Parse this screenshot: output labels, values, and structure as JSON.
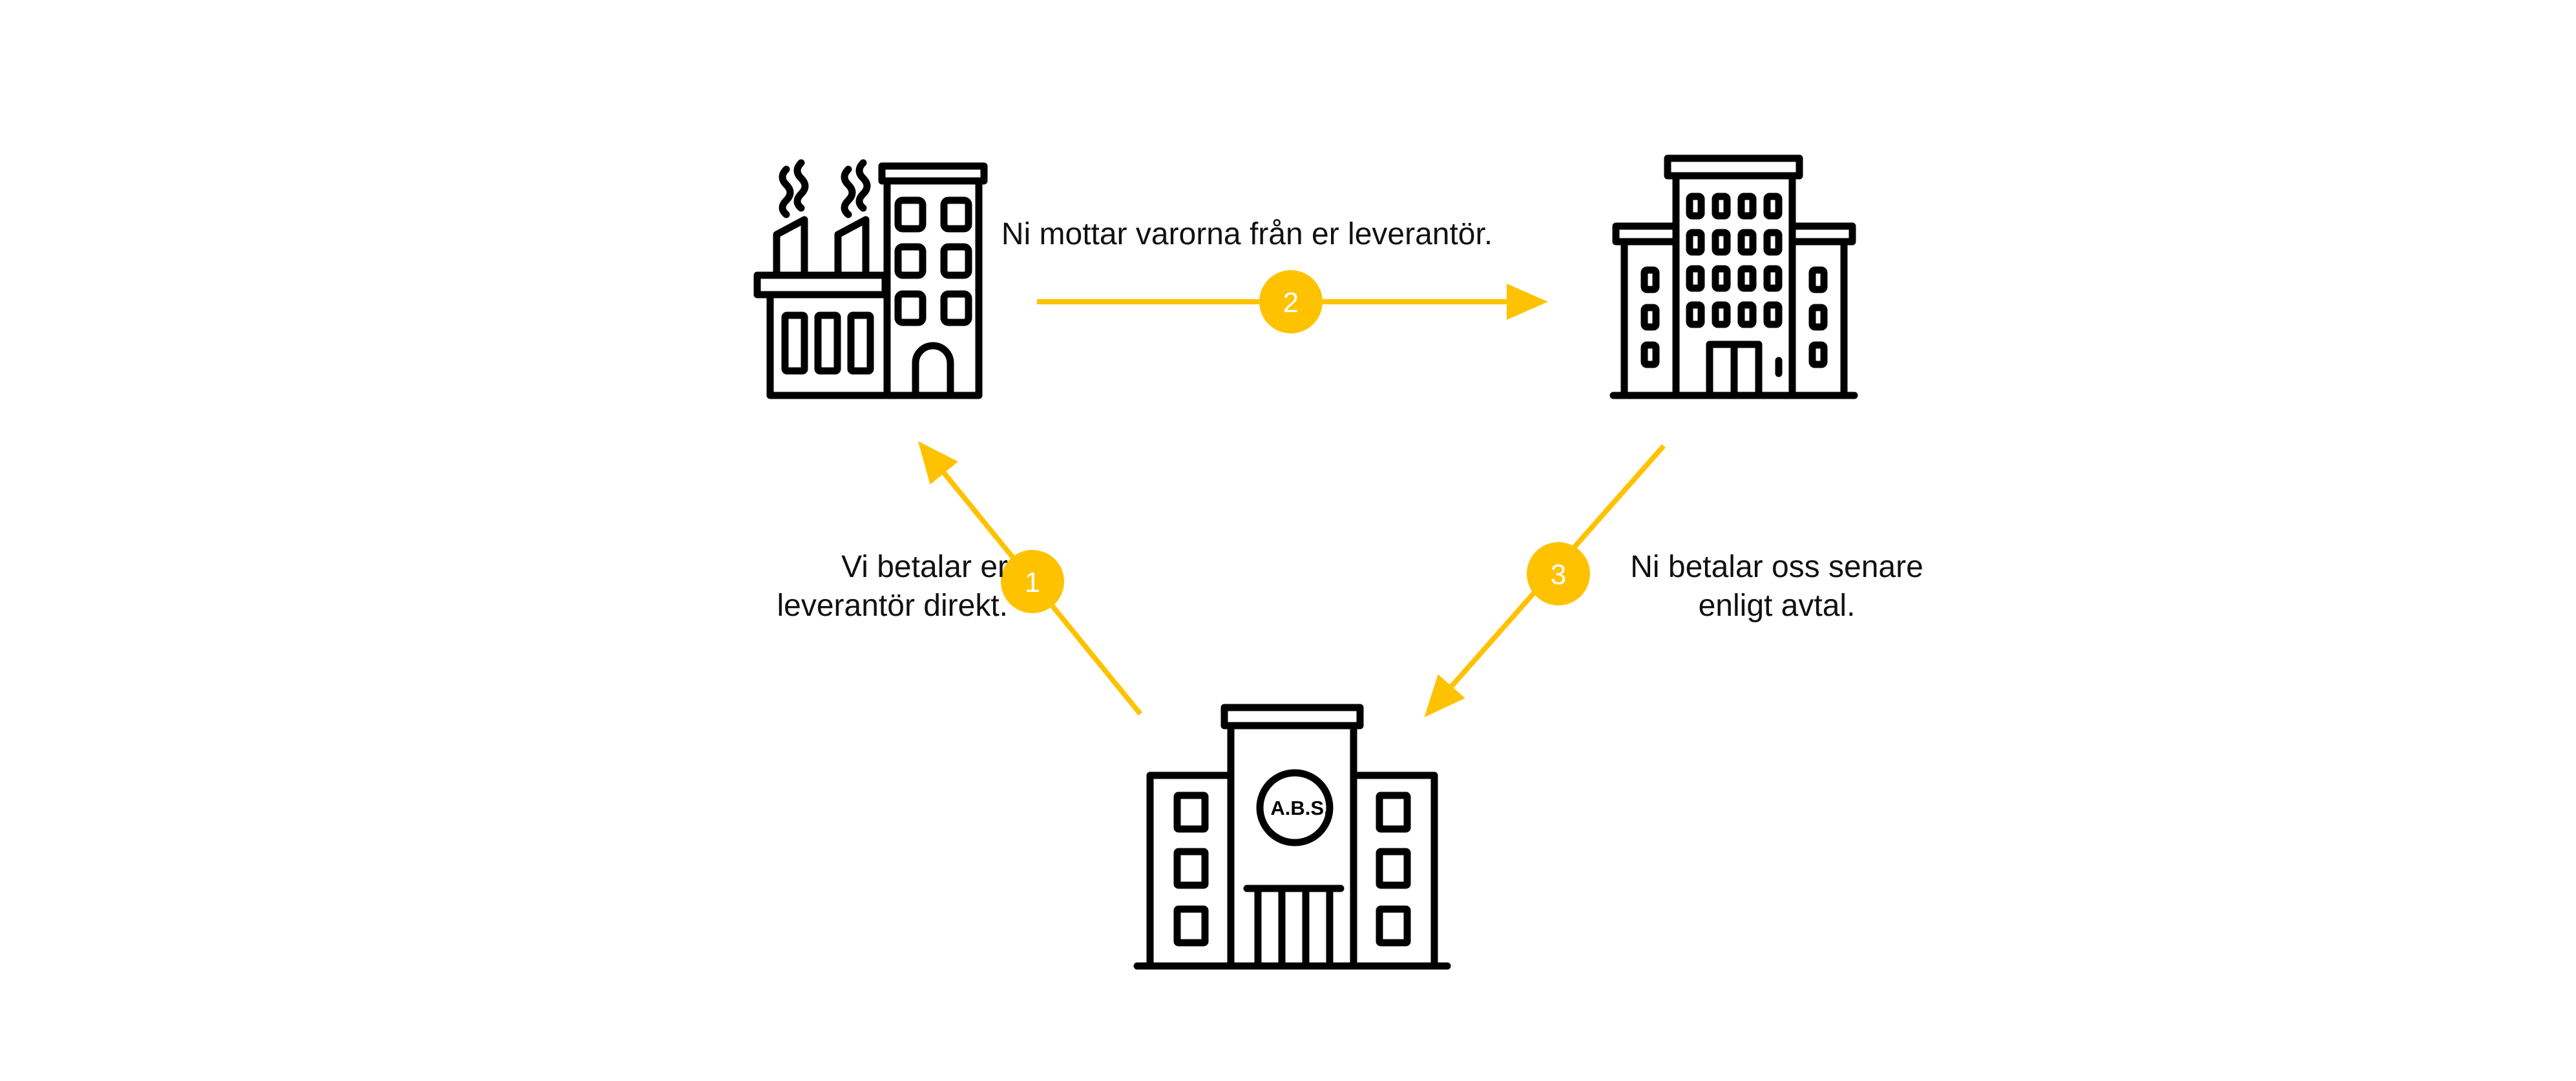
{
  "colors": {
    "accent": "#FFC200",
    "icon_stroke": "#000000",
    "background": "#FFFFFF"
  },
  "nodes": {
    "supplier": {
      "icon": "factory-icon"
    },
    "customer": {
      "icon": "office-building-icon"
    },
    "abs": {
      "icon": "bank-building-icon",
      "sign": "A.B.S."
    }
  },
  "steps": [
    {
      "number": "1",
      "lines": [
        "Vi betalar er",
        "leverantör direkt."
      ]
    },
    {
      "number": "2",
      "lines": [
        "Ni mottar varorna från er leverantör."
      ]
    },
    {
      "number": "3",
      "lines": [
        "Ni betalar oss senare",
        "enligt avtal."
      ]
    }
  ]
}
